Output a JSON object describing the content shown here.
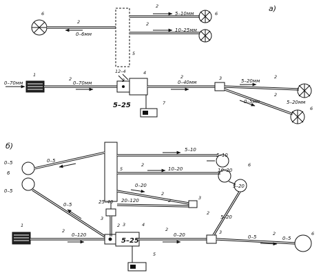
{
  "panels": {
    "a": {
      "marker": "а)",
      "labels": {
        "l_0_6": "0–6мм",
        "l_5_10": "5–10мм",
        "l_10_25": "10–25мм",
        "l_0_70_in": "0–70мм",
        "l_0_70": "0–70мм",
        "l_0_40": "0–40мм",
        "l_5_20": "5–20мм",
        "l_0_5": "0–5мм",
        "l_5_20b": "5–20мм",
        "l_5_25": "5–25",
        "l_12_4": "12–4"
      },
      "numbers": {
        "n6_left": "6",
        "n2_top": "2",
        "n2_mid1": "2",
        "n2_mid2": "2",
        "n6_right": "6",
        "n5": "5",
        "n1": "1",
        "n2_a": "2",
        "n2_b": "2",
        "n3_a": "3",
        "n4": "4",
        "n2_c": "2",
        "n3_b": "3",
        "n2_d": "2",
        "n2_e": "2",
        "n6_bot": "6",
        "n7": "7"
      }
    },
    "b": {
      "marker": "б)",
      "labels": {
        "l_0_5_a": "0–5",
        "l_0_5_b": "0–5",
        "l_0_5_c": "0–5",
        "l_5_10": "5–10",
        "l_10_20": "10–20",
        "l_5_10b": "5–10",
        "l_10_20b": "10–20",
        "l_0_20": "0–20",
        "l_20_120": "20–120",
        "l_25_40": "25–40",
        "l_0_5_d": "0–5",
        "l_0_120": "0–120",
        "l_5_25": "5–25",
        "l_0_20b": "0–20",
        "l_5_20": "5–20",
        "l_5_20b": "5–20",
        "l_0_5_e": "0–5",
        "l_0_5_f": "0–5"
      },
      "numbers": {
        "n6_left": "6",
        "n5": "5",
        "n2_a": "2",
        "n6_right": "6",
        "n2_b": "2",
        "n2_c": "2",
        "n3_a": "3",
        "n2_d": "2",
        "n3_b": "3",
        "n1": "1",
        "n2_e": "2",
        "n3_c": "3",
        "n4": "4",
        "n2_f": "2",
        "n3_d": "3",
        "n2_g": "2",
        "n6_bot": "6",
        "n5_b": "5",
        "n2_h": "2"
      }
    }
  }
}
